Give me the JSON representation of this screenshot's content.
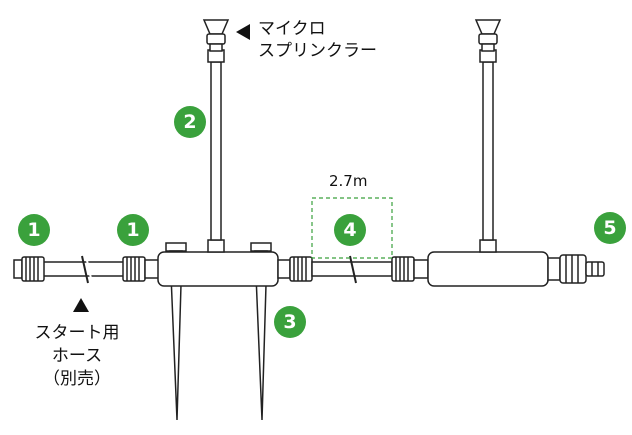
{
  "labels": {
    "micro_sprinkler_line1": "マイクロ",
    "micro_sprinkler_line2": "スプリンクラー",
    "start_hose_line1": "スタート用",
    "start_hose_line2": "ホース",
    "start_hose_line3": "（別売）",
    "dimension": "2.7m"
  },
  "callouts": [
    {
      "id": "callout-1-left",
      "number": "1"
    },
    {
      "id": "callout-1-right",
      "number": "1"
    },
    {
      "id": "callout-2",
      "number": "2"
    },
    {
      "id": "callout-3",
      "number": "3"
    },
    {
      "id": "callout-4",
      "number": "4"
    },
    {
      "id": "callout-5",
      "number": "5"
    }
  ],
  "colors": {
    "badge": "#3aa13c",
    "line": "#222222",
    "dashed_box": "#3aa13c"
  }
}
